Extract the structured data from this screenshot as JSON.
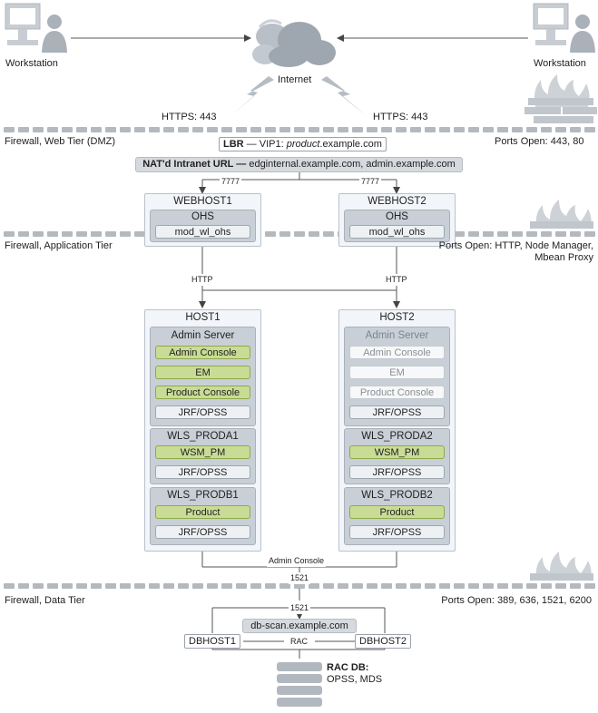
{
  "top": {
    "workstation_left": "Workstation",
    "workstation_right": "Workstation",
    "internet": "Internet",
    "https_left": "HTTPS: 443",
    "https_right": "HTTPS: 443"
  },
  "dmz": {
    "firewall_label": "Firewall, Web Tier (DMZ)",
    "ports": "Ports Open: 443, 80",
    "lbr_prefix": "LBR",
    "lbr_dash": "— VIP1:",
    "lbr_host": "product",
    "lbr_host_suffix": ".example.com",
    "nat_label": "NAT'd Intranet URL —",
    "nat_value": "edginternal.example.com, admin.example.com",
    "port_left": "7777",
    "port_right": "7777"
  },
  "web_tier": {
    "webhost1": {
      "title": "WEBHOST1",
      "ohs": "OHS",
      "module": "mod_wl_ohs"
    },
    "webhost2": {
      "title": "WEBHOST2",
      "ohs": "OHS",
      "module": "mod_wl_ohs"
    }
  },
  "app_firewall": {
    "label": "Firewall, Application Tier",
    "ports_line1": "Ports Open: HTTP, Node Manager,",
    "ports_line2": "Mbean Proxy",
    "http_left": "HTTP",
    "http_right": "HTTP"
  },
  "host1": {
    "title": "HOST1",
    "admin_server": "Admin Server",
    "admin_console": "Admin Console",
    "em": "EM",
    "product_console": "Product Console",
    "jrf_admin": "JRF/OPSS",
    "wls_a": "WLS_PRODA1",
    "wsm_pm": "WSM_PM",
    "jrf_a": "JRF/OPSS",
    "wls_b": "WLS_PRODB1",
    "product": "Product",
    "jrf_b": "JRF/OPSS"
  },
  "host2": {
    "title": "HOST2",
    "admin_server": "Admin Server",
    "admin_console": "Admin Console",
    "em": "EM",
    "product_console": "Product Console",
    "jrf_admin": "JRF/OPSS",
    "wls_a": "WLS_PRODA2",
    "wsm_pm": "WSM_PM",
    "jrf_a": "JRF/OPSS",
    "wls_b": "WLS_PRODB2",
    "product": "Product",
    "jrf_b": "JRF/OPSS"
  },
  "data_tier": {
    "admin_console_link": "Admin Console",
    "port_1521_upper": "1521",
    "firewall_label": "Firewall, Data Tier",
    "ports": "Ports Open: 389, 636, 1521, 6200",
    "port_1521_lower": "1521",
    "scan": "db-scan.example.com",
    "dbhost1": "DBHOST1",
    "rac": "RAC",
    "dbhost2": "DBHOST2",
    "racdb_title": "RAC DB:",
    "racdb_schemas": "OPSS, MDS"
  },
  "colors": {
    "green_fill": "#c9dc96",
    "gray_panel": "#c9cfd6",
    "line": "#555555",
    "firewall": "#b3b9bf"
  }
}
